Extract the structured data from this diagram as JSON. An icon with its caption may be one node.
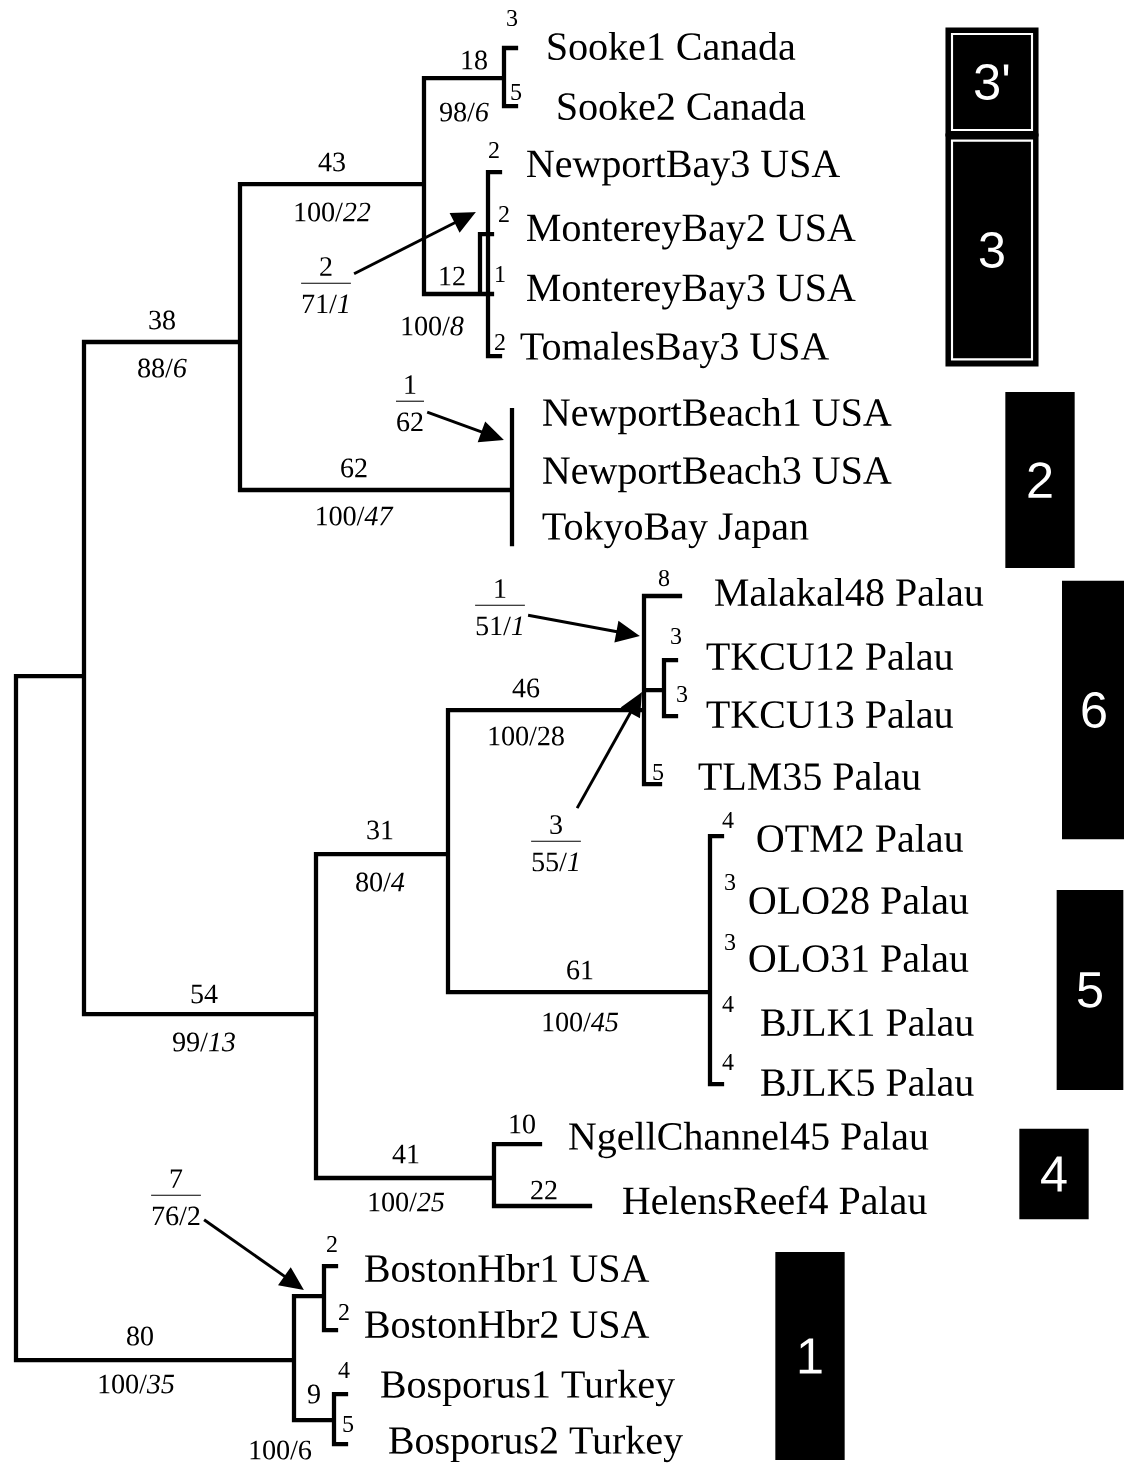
{
  "diagram": {
    "nodes": [
      {
        "text": [
          "3'"
        ]
      },
      {
        "text": [
          "3"
        ]
      },
      {
        "text": [
          "2",
          "71/*1*"
        ]
      },
      {
        "text": [
          "1",
          "62"
        ]
      },
      {
        "text": [
          "2"
        ]
      },
      {
        "text": [
          "1",
          "51/*1*"
        ]
      },
      {
        "text": [
          "6"
        ]
      },
      {
        "text": [
          "3",
          "55/*1*"
        ]
      },
      {
        "text": [
          "5"
        ]
      },
      {
        "text": [
          "4"
        ]
      },
      {
        "text": [
          "7",
          "76/2"
        ]
      },
      {
        "text": [
          "1"
        ]
      }
    ],
    "edges": [
      {
        "from": 2,
        "to": null,
        "arrow": "to"
      },
      {
        "from": 3,
        "to": null,
        "arrow": "to"
      },
      {
        "from": 5,
        "to": null,
        "arrow": "to"
      },
      {
        "from": 7,
        "to": null,
        "arrow": "to"
      },
      {
        "from": 10,
        "to": null,
        "arrow": "to"
      }
    ],
    "labels": [
      "3",
      "Sooke1 Canada",
      "18",
      "5",
      "Sooke2 Canada",
      "98/*6*",
      "2",
      "43",
      "NewportBay3 USA",
      "100/*22*",
      "2",
      "MontereyBay2 USA",
      "12",
      "1",
      "MontereyBay3 USA",
      "100/*8*",
      "38",
      "2",
      "TomalesBay3 USA",
      "88/*6*",
      "NewportBeach1 USA",
      "62",
      "NewportBeach3 USA",
      "100/*47*",
      "TokyoBay Japan",
      "8",
      "Malakal48 Palau",
      "3",
      "TKCU12 Palau",
      "46",
      "3",
      "TKCU13 Palau",
      "100/28",
      "5",
      "TLM35 Palau",
      "4",
      "31",
      "OTM2 Palau",
      "80/*4*",
      "3",
      "OLO28 Palau",
      "3",
      "OLO31 Palau",
      "61",
      "54",
      "4",
      "100/*45*",
      "BJLK1 Palau",
      "99/*13*",
      "4",
      "BJLK5 Palau",
      "10",
      "NgellChannel45 Palau",
      "41",
      "22",
      "HelensReef4 Palau",
      "100/*25*",
      "2",
      "BostonHbr1 USA",
      "2",
      "BostonHbr2 USA",
      "80",
      "4",
      "100/*35*",
      "Bosporus1 Turkey",
      "9",
      "5",
      "100/6",
      "Bosporus2 Turkey"
    ]
  }
}
